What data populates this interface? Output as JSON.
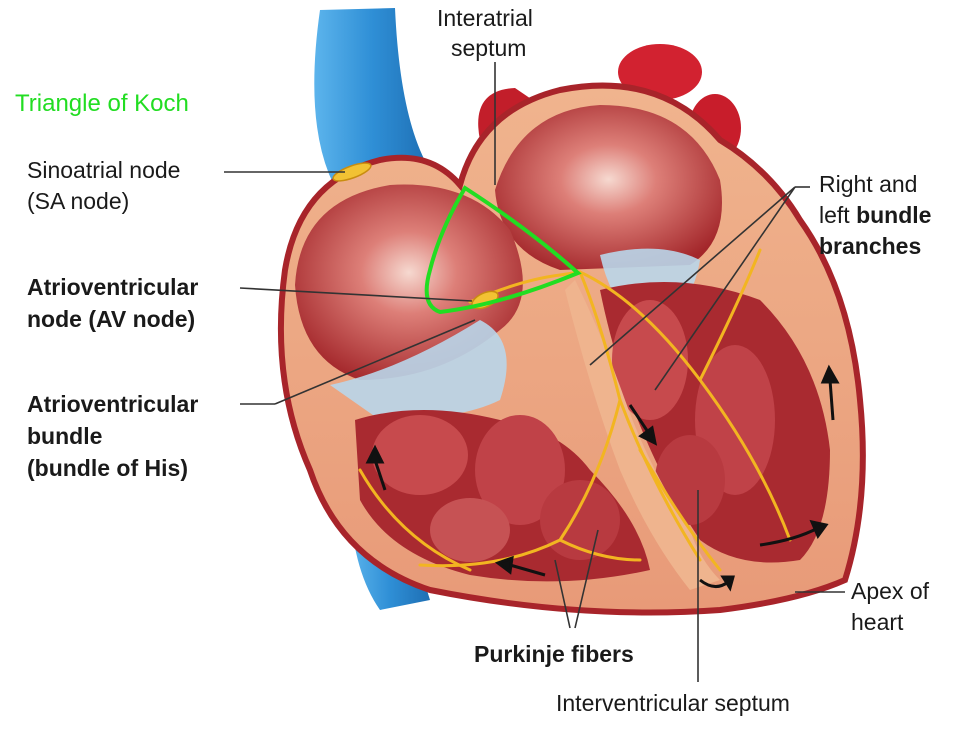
{
  "labels": {
    "interatrial_1": "Interatrial",
    "interatrial_2": "septum",
    "koch": "Triangle of Koch",
    "sa_1": "Sinoatrial node",
    "sa_2": "(SA node)",
    "av_1": "Atrioventricular",
    "av_2": "node (AV node)",
    "bundle_1": "Atrioventricular",
    "bundle_2": "bundle",
    "bundle_3": "(bundle of His)",
    "branches_1": "Right and",
    "branches_2a": "left ",
    "branches_2b": "bundle",
    "branches_3": "branches",
    "apex_1": "Apex of",
    "apex_2": "heart",
    "purkinje": "Purkinje fibers",
    "ivs": "Interventricular septum"
  },
  "colors": {
    "vessel_blue": "#2f8fd6",
    "heart_red": "#b8282c",
    "chamber_inner": "#d86a6a",
    "myocardium": "#ecaa82",
    "conduction": "#f2b521",
    "koch_triangle": "#22dd22",
    "leader_lines": "#333333"
  }
}
